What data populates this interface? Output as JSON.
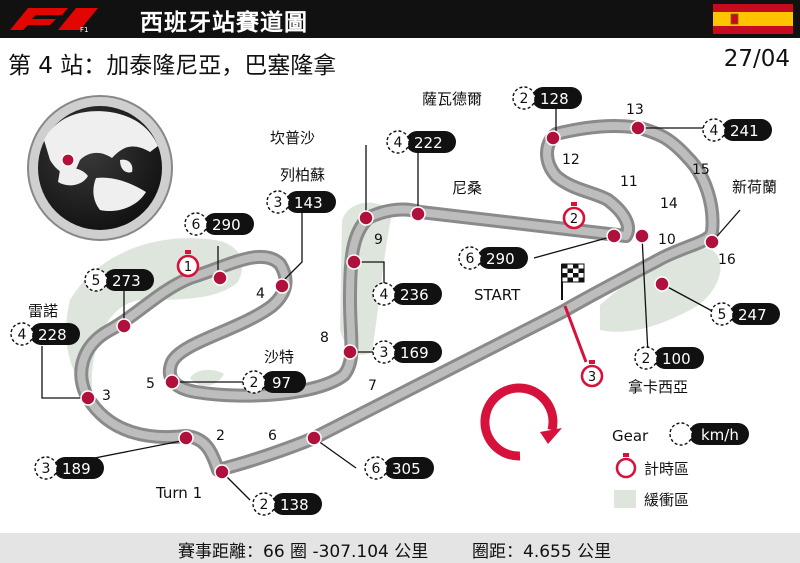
{
  "header": {
    "logo_text": "F1",
    "title": "西班牙站賽道圖",
    "subtitle": "第 4 站：加泰隆尼亞，巴塞隆拿",
    "date": "27/04"
  },
  "colors": {
    "header_bg": "#111111",
    "track": "#a5a5a5",
    "runoff": "#dde5dc",
    "marker": "#b0103c",
    "timing": "#d6123c",
    "flag_red": "#c60b1e",
    "flag_yellow": "#ffc400"
  },
  "corner_numbers": [
    "2",
    "3",
    "4",
    "5",
    "6",
    "7",
    "8",
    "9",
    "10",
    "11",
    "12",
    "13",
    "14",
    "15",
    "16"
  ],
  "place_labels": {
    "kanpusha": "坎普沙",
    "liebaisu": "列柏蘇",
    "nisang": "尼桑",
    "saweideer": "薩瓦德爾",
    "xinhelan": "新荷蘭",
    "leinuo": "雷諾",
    "shate": "沙特",
    "nakaxiya": "拿卡西亞",
    "turn1": "Turn 1",
    "start": "START"
  },
  "speed_points": [
    {
      "gear": "6",
      "speed": "290"
    },
    {
      "gear": "3",
      "speed": "143"
    },
    {
      "gear": "4",
      "speed": "222"
    },
    {
      "gear": "2",
      "speed": "128"
    },
    {
      "gear": "4",
      "speed": "241"
    },
    {
      "gear": "5",
      "speed": "273"
    },
    {
      "gear": "4",
      "speed": "228"
    },
    {
      "gear": "4",
      "speed": "236"
    },
    {
      "gear": "6",
      "speed": "290"
    },
    {
      "gear": "5",
      "speed": "247"
    },
    {
      "gear": "3",
      "speed": "169"
    },
    {
      "gear": "2",
      "speed": "97"
    },
    {
      "gear": "2",
      "speed": "100"
    },
    {
      "gear": "3",
      "speed": "189"
    },
    {
      "gear": "6",
      "speed": "305"
    },
    {
      "gear": "2",
      "speed": "138"
    }
  ],
  "timing_sectors": [
    "1",
    "2",
    "3"
  ],
  "legend": {
    "gear_label": "Gear",
    "speed_unit": "km/h",
    "timing_label": "計時區",
    "runoff_label": "緩衝區"
  },
  "footer": {
    "race_distance": "賽事距離：66 圈 -307.104 公里",
    "lap_distance": "圈距：4.655 公里"
  }
}
